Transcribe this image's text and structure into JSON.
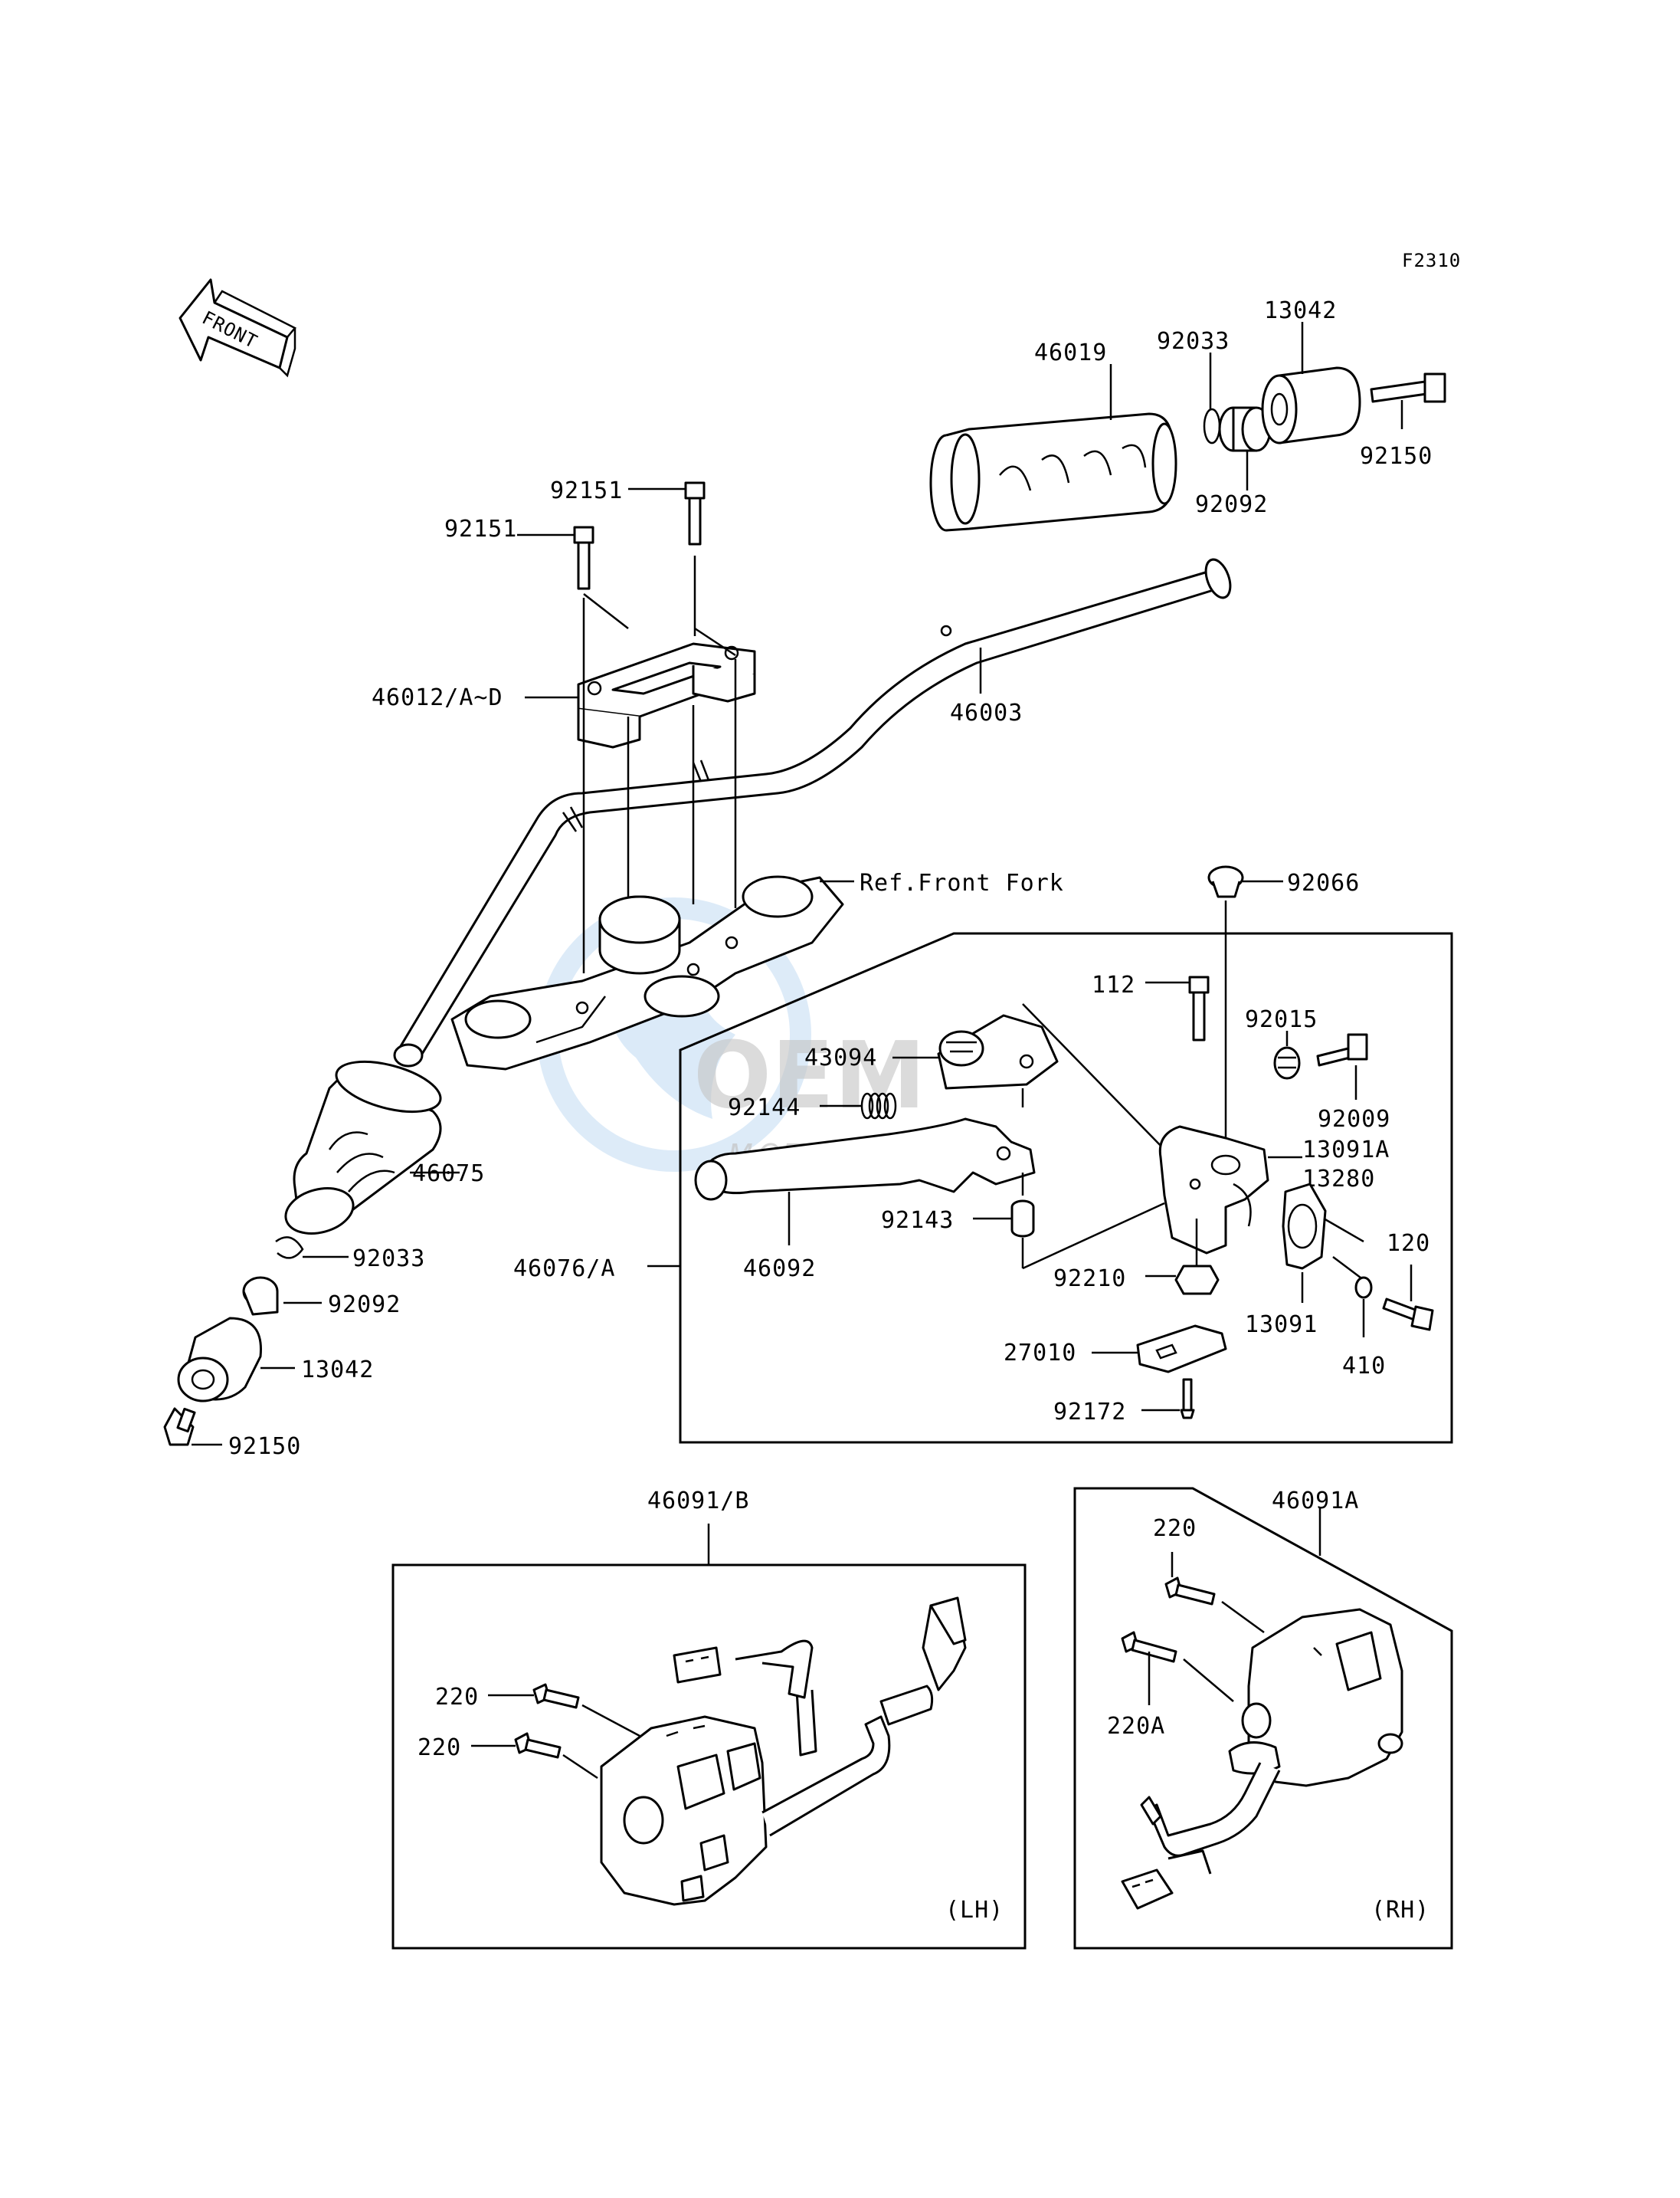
{
  "figure_code": "F2310",
  "front_arrow": {
    "text": "FRONT",
    "icon": "front-direction-arrow-icon"
  },
  "watermark": {
    "logo": "OEM",
    "sub": "MOTORPARTS",
    "icon": "globe-logo-icon"
  },
  "labels": {
    "p46019": "46019",
    "p92033_top": "92033",
    "p13042_top": "13042",
    "p92150_top": "92150",
    "p92092_top": "92092",
    "p92151_a": "92151",
    "p92151_b": "92151",
    "p46012": "46012/A~D",
    "p46003": "46003",
    "ref_front_fork": "Ref.Front Fork",
    "p92066": "92066",
    "p112": "112",
    "p92015": "92015",
    "p43094": "43094",
    "p92144": "92144",
    "p92009": "92009",
    "p13091A": "13091A",
    "p13280": "13280",
    "p46075": "46075",
    "p92143": "92143",
    "p120": "120",
    "p92033_bot": "92033",
    "p46076": "46076/A",
    "p46092": "46092",
    "p92210": "92210",
    "p13091": "13091",
    "p92092_bot": "92092",
    "p27010": "27010",
    "p410": "410",
    "p13042_bot": "13042",
    "p92172": "92172",
    "p92150_bot": "92150",
    "p46091B": "46091/B",
    "p46091A": "46091A",
    "p220_rh": "220",
    "p220_lh_a": "220",
    "p220A": "220A",
    "p220_lh_b": "220",
    "lh": "(LH)",
    "rh": "(RH)"
  }
}
